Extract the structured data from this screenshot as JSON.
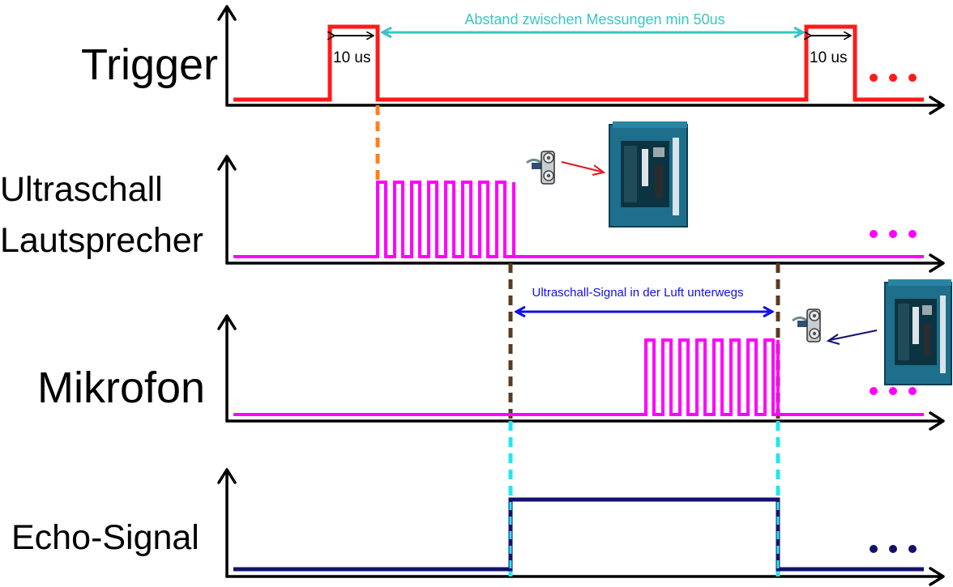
{
  "labels": {
    "trigger": "Trigger",
    "speaker_line1": "Ultraschall",
    "speaker_line2": "Lautsprecher",
    "mic": "Mikrofon",
    "echo": "Echo-Signal"
  },
  "annotations": {
    "pulse_width_1": "10 us",
    "pulse_width_2": "10 us",
    "spacing": "Abstand zwischen Messungen min 50us",
    "travel": "Ultraschall-Signal in der Luft unterwegs"
  },
  "colors": {
    "axis": "#000000",
    "trigger": "#ff1a1a",
    "ultrasound": "#ff00ff",
    "echo": "#12126e",
    "spacing_arrow": "#3cc4c4",
    "travel_arrow": "#1010e6",
    "marker_orange": "#ff7f1e",
    "marker_brown": "#5a3a22",
    "marker_cyan": "#22e6f0",
    "board": "#1e6f8c"
  },
  "icons": [
    "arduino-board-icon",
    "ultrasonic-sensor-icon"
  ]
}
